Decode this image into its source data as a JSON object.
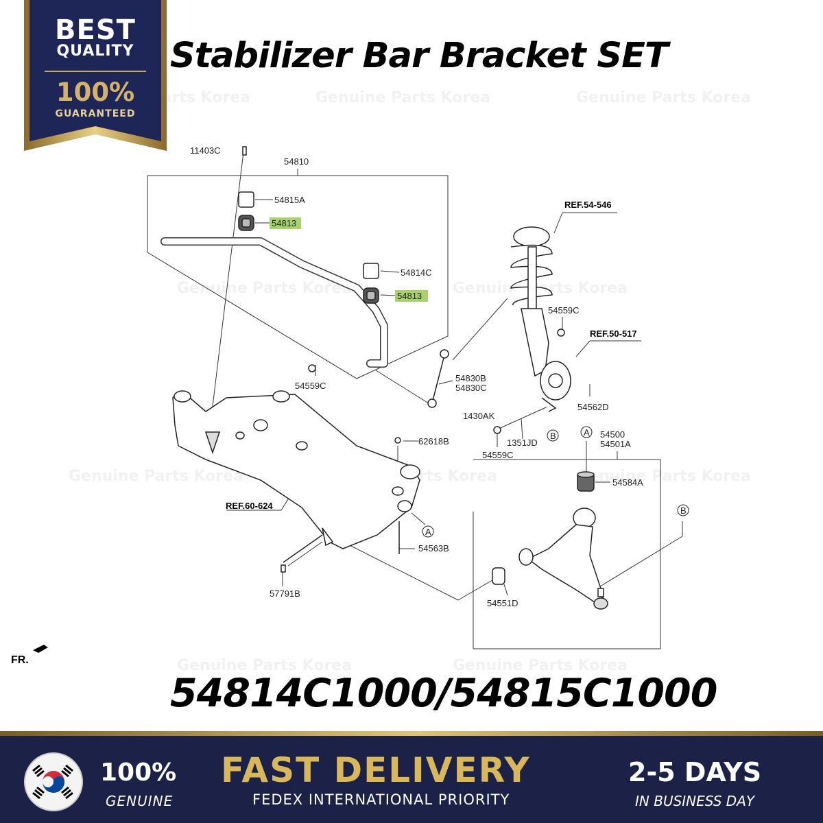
{
  "badge": {
    "line1": "BEST",
    "line2": "QUALITY",
    "line3": "100%",
    "line4": "GUARANTEED"
  },
  "title": "Stabilizer Bar Bracket SET",
  "watermark": "Genuine Parts Korea",
  "diagram": {
    "labels": {
      "p11403c": "11403C",
      "p54810": "54810",
      "p54815a": "54815A",
      "p54813_top": "54813",
      "p54814c": "54814C",
      "p54813_mid": "54813",
      "p54559c_bar": "54559C",
      "p54830b": "54830B",
      "p54830c": "54830C",
      "ref54546": "REF.54-546",
      "p54559c_strut": "54559C",
      "ref50517": "REF.50-517",
      "p54562d": "54562D",
      "p1430ak": "1430AK",
      "p1351jd": "1351JD",
      "p54559c_low": "54559C",
      "p62618b": "62618B",
      "p54500": "54500",
      "p54501a": "54501A",
      "p54584a": "54584A",
      "ref60624": "REF.60-624",
      "p54563b": "54563B",
      "p57791b": "57791B",
      "p54551d": "54551D",
      "callout_a1": "A",
      "callout_a2": "A",
      "callout_b1": "B",
      "callout_b2": "B",
      "front": "FR."
    },
    "highlight_color": "#a8d26a"
  },
  "part_numbers": "54814C1000/54815C1000",
  "footer": {
    "genuine_percent": "100%",
    "genuine_label": "GENUINE",
    "delivery_title": "FAST DELIVERY",
    "delivery_method": "FEDEX INTERNATIONAL PRIORITY",
    "days": "2-5 DAYS",
    "days_label": "IN BUSINESS DAY",
    "colors": {
      "navy": "#1c2148",
      "gold": "#d9b85c"
    }
  }
}
